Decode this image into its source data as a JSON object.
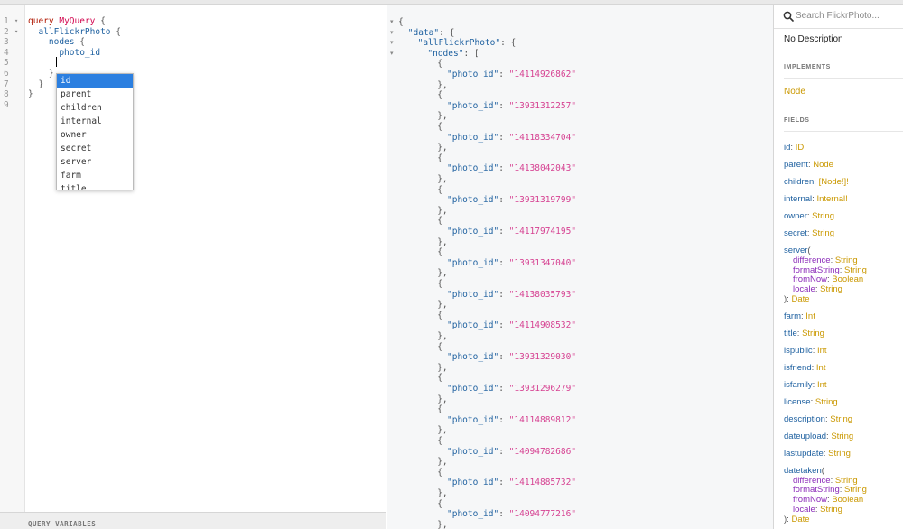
{
  "editor": {
    "line_numbers": [
      "1",
      "2",
      "3",
      "4",
      "5",
      "6",
      "7",
      "8",
      "9"
    ],
    "query_keyword": "query",
    "query_name": "MyQuery",
    "root_field": "allFlickrPhoto",
    "nodes_field": "nodes",
    "selected_field": "photo_id",
    "open_brace": "{",
    "close_brace": "}",
    "autocomplete": [
      "id",
      "parent",
      "children",
      "internal",
      "owner",
      "secret",
      "server",
      "farm",
      "title"
    ],
    "query_variables_label": "QUERY VARIABLES"
  },
  "result": {
    "data_key": "\"data\"",
    "root_key": "\"allFlickrPhoto\"",
    "nodes_key": "\"nodes\"",
    "item_key": "\"photo_id\"",
    "photo_ids": [
      "\"14114926862\"",
      "\"13931312257\"",
      "\"14118334704\"",
      "\"14138042043\"",
      "\"13931319799\"",
      "\"14117974195\"",
      "\"13931347040\"",
      "\"14138035793\"",
      "\"14114908532\"",
      "\"13931329030\"",
      "\"13931296279\"",
      "\"14114889812\"",
      "\"14094782686\"",
      "\"14114885732\"",
      "\"14094777216\""
    ]
  },
  "docs": {
    "search_placeholder": "Search FlickrPhoto...",
    "description": "No Description",
    "implements_header": "IMPLEMENTS",
    "implements": "Node",
    "fields_header": "FIELDS",
    "fields": [
      {
        "name": "id",
        "type": "ID!"
      },
      {
        "name": "parent",
        "type": "Node"
      },
      {
        "name": "children",
        "type": "[Node!]!"
      },
      {
        "name": "internal",
        "type": "Internal!"
      },
      {
        "name": "owner",
        "type": "String"
      },
      {
        "name": "secret",
        "type": "String"
      },
      {
        "name": "server",
        "type": "Date",
        "args": [
          {
            "name": "difference",
            "type": "String"
          },
          {
            "name": "formatString",
            "type": "String"
          },
          {
            "name": "fromNow",
            "type": "Boolean"
          },
          {
            "name": "locale",
            "type": "String"
          }
        ]
      },
      {
        "name": "farm",
        "type": "Int"
      },
      {
        "name": "title",
        "type": "String"
      },
      {
        "name": "ispublic",
        "type": "Int"
      },
      {
        "name": "isfriend",
        "type": "Int"
      },
      {
        "name": "isfamily",
        "type": "Int"
      },
      {
        "name": "license",
        "type": "String"
      },
      {
        "name": "description",
        "type": "String"
      },
      {
        "name": "dateupload",
        "type": "String"
      },
      {
        "name": "lastupdate",
        "type": "String"
      },
      {
        "name": "datetaken",
        "type": "Date",
        "args": [
          {
            "name": "difference",
            "type": "String"
          },
          {
            "name": "formatString",
            "type": "String"
          },
          {
            "name": "fromNow",
            "type": "Boolean"
          },
          {
            "name": "locale",
            "type": "String"
          }
        ]
      }
    ]
  }
}
